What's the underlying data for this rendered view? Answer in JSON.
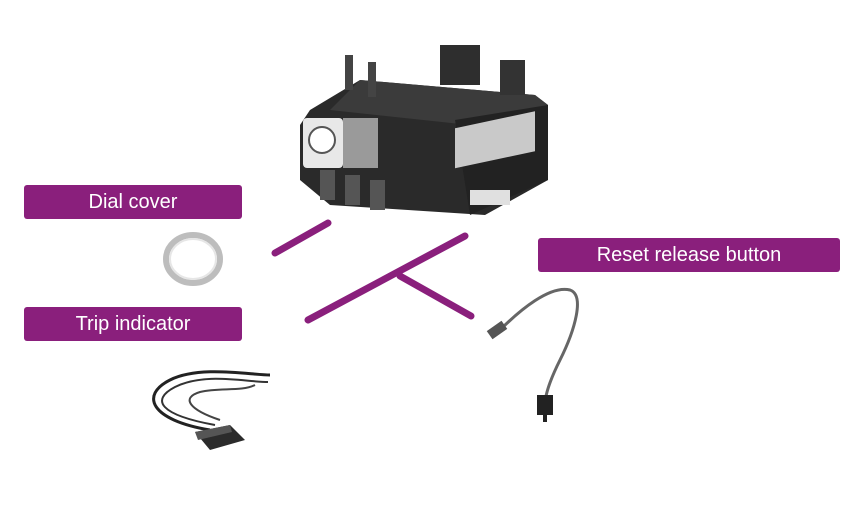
{
  "colors": {
    "accent": "#8a1f7c"
  },
  "labels": {
    "dial_cover": "Dial cover",
    "trip_indicator": "Trip indicator",
    "reset_release_button": "Reset release button"
  },
  "icons": {
    "main_unit": "thermal-overload-relay-icon",
    "dial_cover": "ring-icon",
    "trip_indicator": "cable-sensor-icon",
    "reset_button": "cable-button-icon"
  }
}
